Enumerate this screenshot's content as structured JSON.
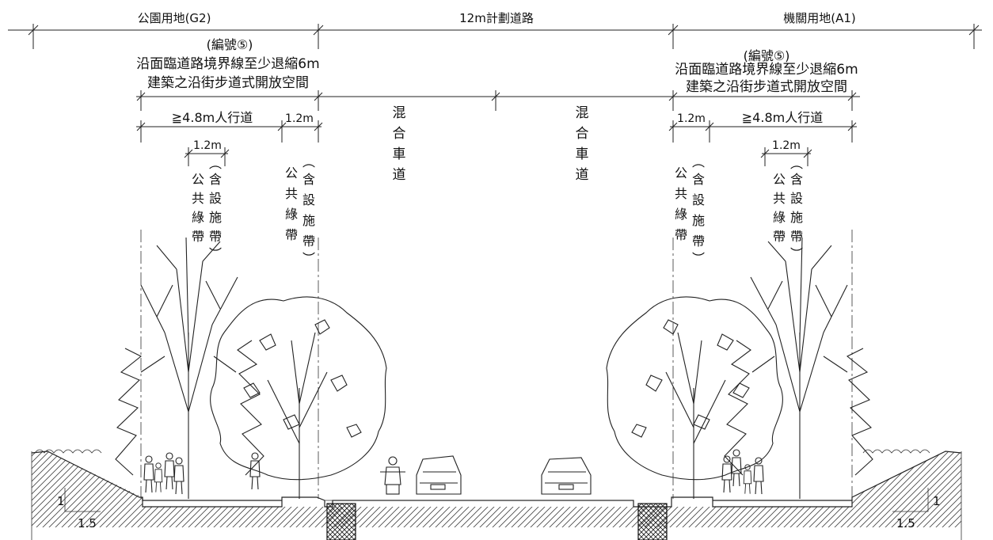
{
  "top_labels": {
    "left_zone": "公園用地(G2)",
    "center_road": "12m計劃道路",
    "right_zone": "機關用地(A1)"
  },
  "setback_note_left": {
    "code": "(編號⑤)",
    "line1": "沿面臨道路境界線至少退縮6m",
    "line2": "建築之沿街步道式開放空間"
  },
  "setback_note_right": {
    "code": "(編號⑤)",
    "line1": "沿面臨道路境界線至少退縮6m",
    "line2": "建築之沿街步道式開放空間"
  },
  "left_dims": {
    "sidewalk": "≧4.8m人行道",
    "green_strip": "1.2m",
    "inner_strip": "1.2m"
  },
  "right_dims": {
    "sidewalk": "≧4.8m人行道",
    "green_strip": "1.2m",
    "inner_strip": "1.2m"
  },
  "lanes": {
    "left_lane": [
      "混",
      "合",
      "車",
      "道"
    ],
    "right_lane": [
      "混",
      "合",
      "車",
      "道"
    ]
  },
  "green_belt_label": {
    "main": [
      "公",
      "共",
      "綠",
      "帶"
    ],
    "paren": [
      "︵",
      "含",
      "設",
      "施",
      "帶",
      "︶"
    ]
  },
  "slope": {
    "rise": "1",
    "run": "1.5"
  },
  "icons": [
    "tree-icon",
    "pedestrian-icon",
    "car-icon",
    "motorcycle-icon"
  ]
}
